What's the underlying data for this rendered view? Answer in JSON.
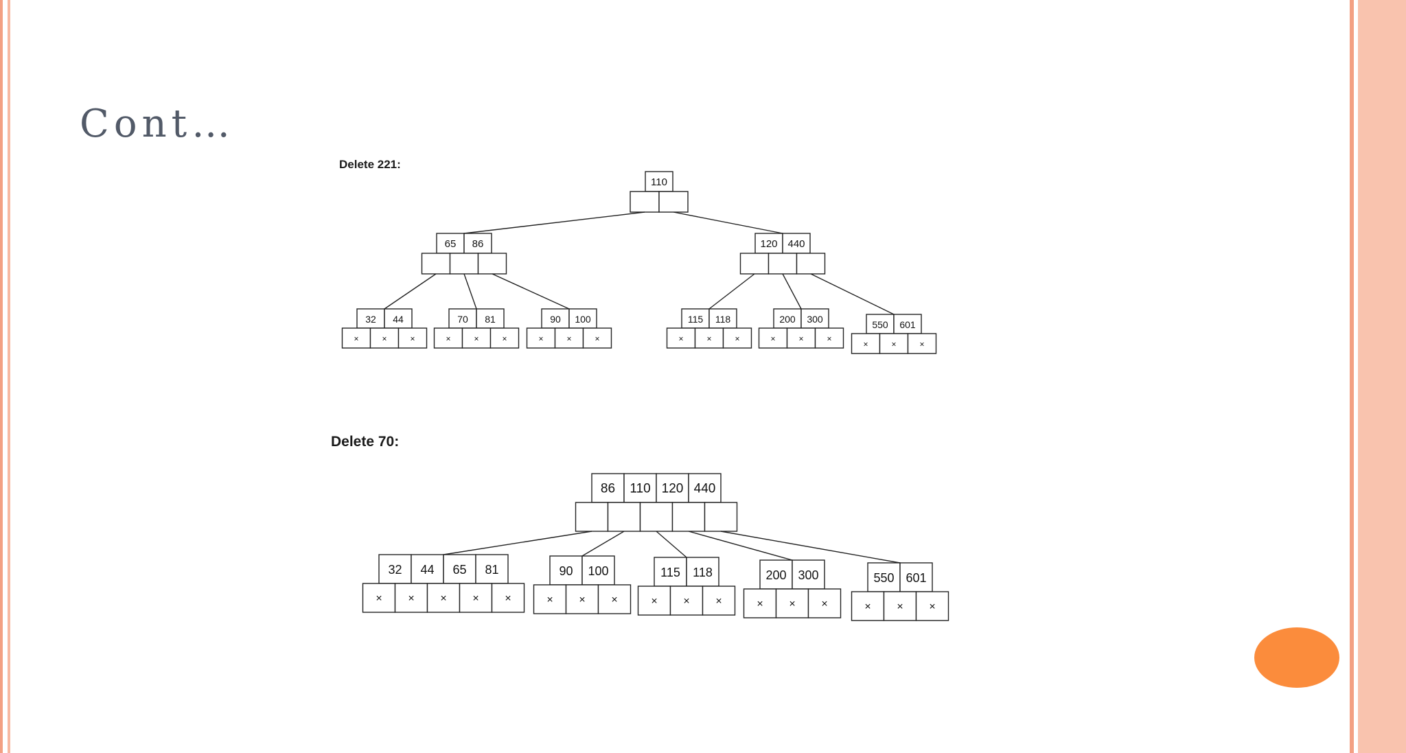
{
  "slide": {
    "title": "Cont…"
  },
  "diagrams": [
    {
      "caption": "Delete 221:",
      "root": [
        "110"
      ],
      "level1": [
        [
          "65",
          "86"
        ],
        [
          "120",
          "440"
        ]
      ],
      "leaves": [
        [
          "32",
          "44"
        ],
        [
          "70",
          "81"
        ],
        [
          "90",
          "100"
        ],
        [
          "115",
          "118"
        ],
        [
          "200",
          "300"
        ],
        [
          "550",
          "601"
        ]
      ],
      "null_mark": "×"
    },
    {
      "caption": "Delete 70:",
      "root": [
        "86",
        "110",
        "120",
        "440"
      ],
      "leaves": [
        [
          "32",
          "44",
          "65",
          "81"
        ],
        [
          "90",
          "100"
        ],
        [
          "115",
          "118"
        ],
        [
          "200",
          "300"
        ],
        [
          "550",
          "601"
        ]
      ],
      "null_mark": "×"
    }
  ],
  "colors": {
    "accent": "#fb8c3c",
    "border": "#f3a083",
    "band": "#f9c3ae",
    "title": "#525a68"
  }
}
